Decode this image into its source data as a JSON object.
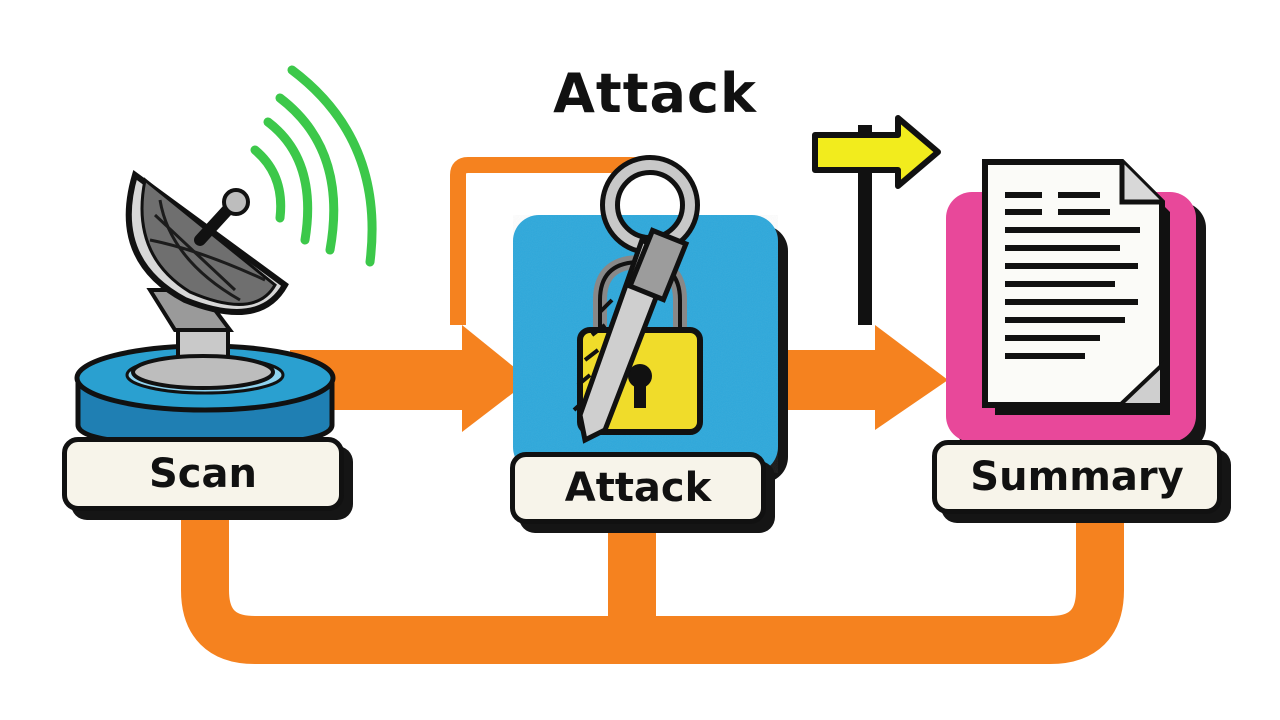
{
  "title": "Attack",
  "stages": {
    "scan": "Scan",
    "attack": "Attack",
    "summary": "Summary"
  },
  "colors": {
    "arrow": "#f5821f",
    "attack_panel": "#2ba8dc",
    "summary_panel": "#e8489a",
    "signal_waves": "#3cc84a",
    "signpost": "#f2ec1d",
    "lock": "#f0dc2a",
    "scanner_base": "#2aa0d0"
  },
  "icons": [
    "satellite-dish-icon",
    "signal-waves-icon",
    "lock-icon",
    "knife-key-icon",
    "signpost-icon",
    "document-icon"
  ]
}
